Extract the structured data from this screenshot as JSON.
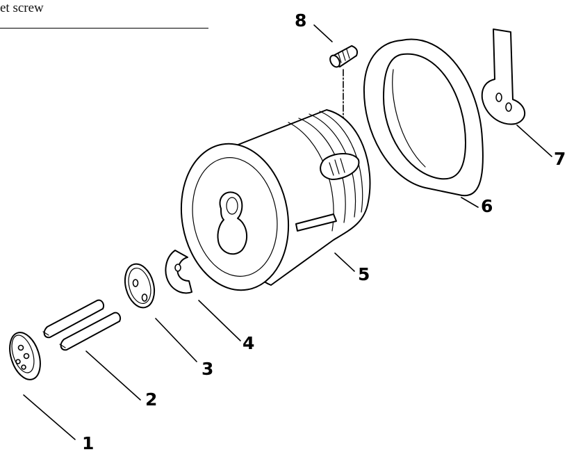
{
  "header": {
    "caption": "et screw"
  },
  "callouts": [
    {
      "id": "1",
      "label": "1"
    },
    {
      "id": "2",
      "label": "2"
    },
    {
      "id": "3",
      "label": "3"
    },
    {
      "id": "4",
      "label": "4"
    },
    {
      "id": "5",
      "label": "5"
    },
    {
      "id": "6",
      "label": "6"
    },
    {
      "id": "7",
      "label": "7"
    },
    {
      "id": "8",
      "label": "8"
    }
  ]
}
